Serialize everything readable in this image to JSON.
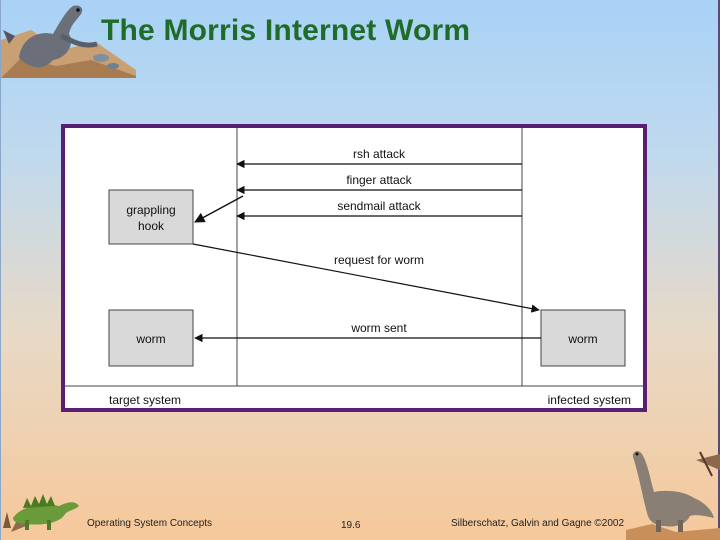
{
  "slide": {
    "title": "The Morris Internet Worm"
  },
  "diagram": {
    "target_label": "target system",
    "infected_label": "infected system",
    "grappling_hook": [
      "grappling",
      "hook"
    ],
    "target_worm": "worm",
    "infected_worm": "worm",
    "attacks": [
      "rsh attack",
      "finger attack",
      "sendmail attack"
    ],
    "request": "request for worm",
    "sent": "worm sent"
  },
  "footer": {
    "left": "Operating System Concepts",
    "center": "19.6",
    "right": "Silberschatz, Galvin and  Gagne ©2002"
  },
  "colors": {
    "title": "#1f6b2a",
    "frame": "#5a1f74",
    "box_fill": "#d9d9d9"
  }
}
